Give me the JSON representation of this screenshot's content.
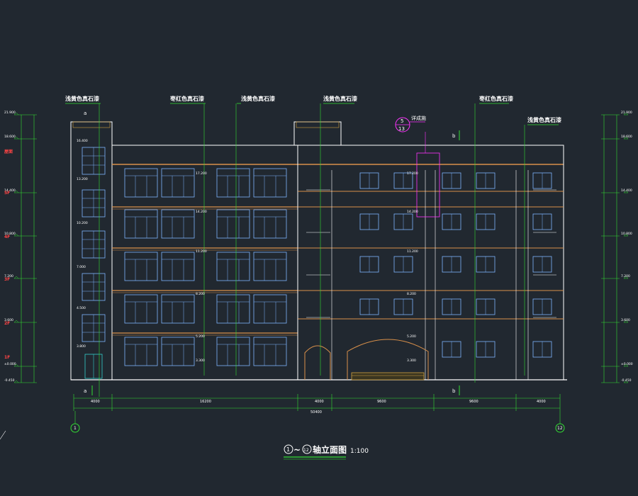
{
  "title": {
    "circle_left": "1",
    "tilde": "~",
    "circle_right": "12",
    "text": "轴立面图",
    "scale": "1:100"
  },
  "material_labels": [
    "浅黄色真石漆",
    "枣红色真石漆",
    "浅黄色真石漆",
    "浅黄色真石漆",
    "枣红色真石漆",
    "浅黄色真石漆"
  ],
  "detail_callout": {
    "top": "5",
    "bottom": "13",
    "note": "详成施"
  },
  "axis_labels": {
    "left": "1",
    "right": "12"
  },
  "section_marks": [
    "a",
    "a",
    "b",
    "b"
  ],
  "dimensions": {
    "segments": [
      "4000",
      "16200",
      "4000",
      "9600",
      "9600",
      "4000"
    ],
    "total": "50400"
  },
  "elevations_left": [
    "21.900",
    "18.600",
    "14.400",
    "10.800",
    "7.200",
    "3.600",
    "±0.000",
    "-0.450"
  ],
  "elevations_right": [
    "21.900",
    "18.600",
    "14.400",
    "10.800",
    "7.200",
    "3.600",
    "±0.000",
    "-0.450"
  ],
  "floor_marks_left": [
    "屋面",
    "5F",
    "4F",
    "3F",
    "2F",
    "1F"
  ],
  "stair_elevations": [
    "16.400",
    "13.200",
    "10.200",
    "7.000",
    "4.500",
    "3.800"
  ],
  "annotation_values": [
    "17.200",
    "14.200",
    "11.200",
    "8.200",
    "5.200",
    "3.300"
  ],
  "colors": {
    "background": "#212830",
    "outline": "#ffffff",
    "window": "#7fb4ff",
    "band": "#d9904a",
    "leader": "#33dd33",
    "callout": "#ff33ff",
    "hatch": "#d0a040"
  }
}
